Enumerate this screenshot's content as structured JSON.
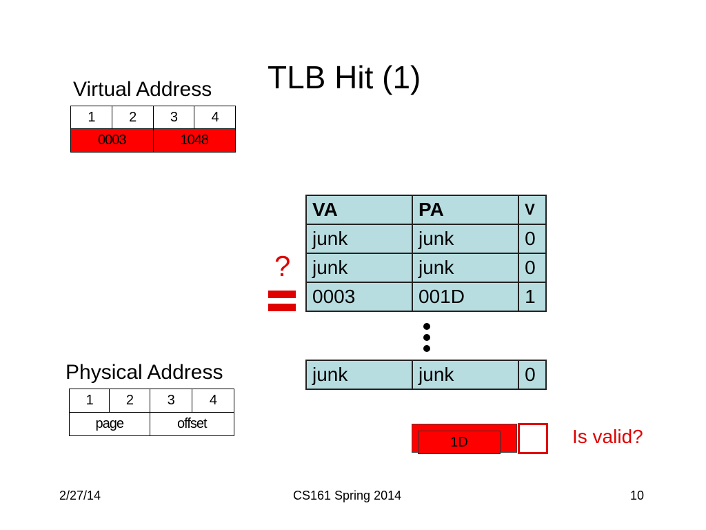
{
  "slide": {
    "title": "TLB Hit (1)",
    "virtual_address_label": "Virtual Address",
    "physical_address_label": "Physical Address",
    "question_mark": "?",
    "is_valid_label": "Is valid?"
  },
  "virtual_address": {
    "bytes": [
      "1",
      "2",
      "3",
      "4"
    ],
    "fields": [
      "0003",
      "1048"
    ]
  },
  "physical_address": {
    "bytes": [
      "1",
      "2",
      "3",
      "4"
    ],
    "fields": [
      "page",
      "offset"
    ]
  },
  "tlb": {
    "headers": [
      "VA",
      "PA",
      "V"
    ],
    "rows": [
      [
        "junk",
        "junk",
        "0"
      ],
      [
        "junk",
        "junk",
        "0"
      ],
      [
        "0003",
        "001D",
        "1"
      ]
    ],
    "last_row": [
      "junk",
      "junk",
      "0"
    ]
  },
  "pa_result": {
    "value": "1D"
  },
  "footer": {
    "date": "2/27/14",
    "course": "CS161 Spring 2014",
    "page": "10"
  },
  "colors": {
    "accent_red": "#ff0000",
    "tlb_fill": "#b7dde0"
  }
}
